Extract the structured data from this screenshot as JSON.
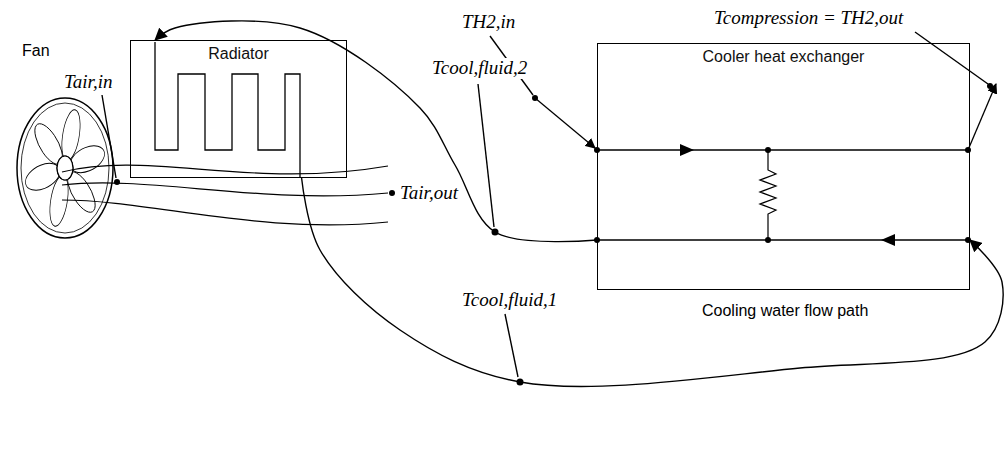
{
  "diagram": {
    "nodes": [
      {
        "text": [
          "Radiator"
        ]
      },
      {
        "text": [
          "Cooler heat exchanger"
        ]
      }
    ],
    "edges": [
      {
        "from": 1,
        "to": 0,
        "arrow": "to"
      },
      {
        "from": 0,
        "to": 1,
        "arrow": "to"
      }
    ],
    "labels": [
      "Tair,in",
      "Fan",
      "TH2,in",
      "Tcompression = TH2,out",
      "Tcool,fluid,2",
      "Tair,out",
      "Tcool,fluid,1",
      "Cooling water flow path"
    ]
  }
}
